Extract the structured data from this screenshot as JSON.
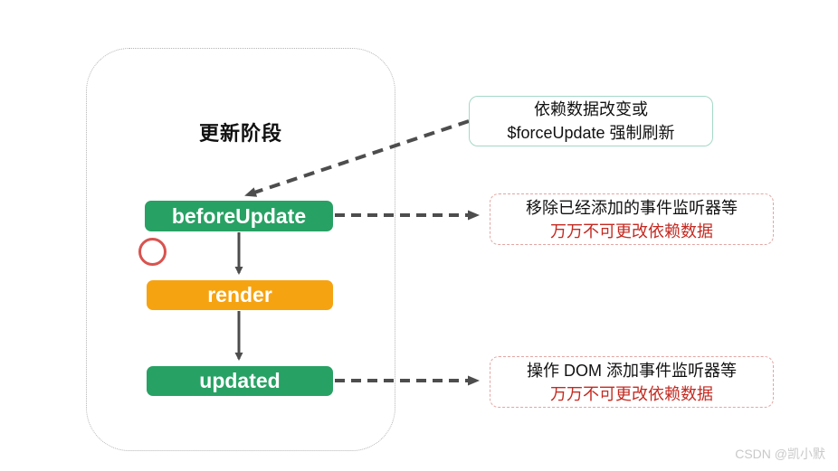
{
  "diagram": {
    "title": "更新阶段",
    "nodes": [
      {
        "id": "beforeUpdate",
        "label": "beforeUpdate",
        "color": "#28a164"
      },
      {
        "id": "render",
        "label": "render",
        "color": "#f6a312"
      },
      {
        "id": "updated",
        "label": "updated",
        "color": "#28a164"
      }
    ],
    "annotations": [
      {
        "id": "update-trigger",
        "line1": "依赖数据改变或",
        "line2": "$forceUpdate 强制刷新",
        "border_color": "#a5d8c8"
      },
      {
        "id": "before-update-note",
        "line1": "移除已经添加的事件监听器等",
        "line2": "万万不可更改依赖数据",
        "border_color": "#e2a6a2",
        "warning_color": "#c42a21"
      },
      {
        "id": "updated-note",
        "line1": "操作 DOM 添加事件监听器等",
        "line2": "万万不可更改依赖数据",
        "border_color": "#e2a6a2",
        "warning_color": "#c42a21"
      }
    ],
    "colors": {
      "node_green": "#28a164",
      "node_orange": "#f6a312",
      "arrow": "#4d4d4d",
      "warning_text": "#c42a21",
      "highlight_circle": "#d9534f",
      "container_border": "#b5b5b5"
    }
  },
  "watermark": "CSDN @凯小默"
}
